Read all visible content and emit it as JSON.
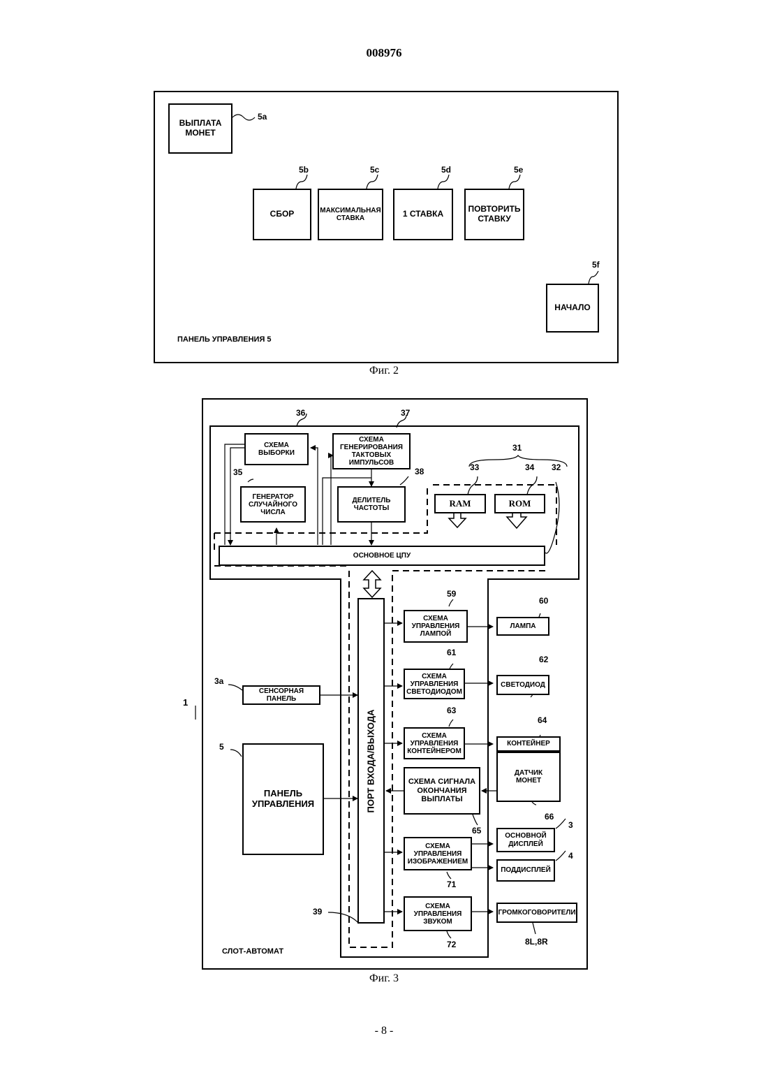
{
  "page": {
    "doc_number": "008976",
    "page_number": "- 8 -"
  },
  "fig2": {
    "caption": "Фиг. 2",
    "panel_label": "ПАНЕЛЬ УПРАВЛЕНИЯ 5",
    "buttons": {
      "payout": {
        "ref": "5a",
        "label": "ВЫПЛАТА\nМОНЕТ"
      },
      "collect": {
        "ref": "5b",
        "label": "СБОР"
      },
      "max_bet": {
        "ref": "5c",
        "label": "МАКСИМАЛЬНАЯ\nСТАВКА"
      },
      "one_bet": {
        "ref": "5d",
        "label": "1 СТАВКА"
      },
      "repeat_bet": {
        "ref": "5e",
        "label": "ПОВТОРИТЬ\nСТАВКУ"
      },
      "start": {
        "ref": "5f",
        "label": "НАЧАЛО"
      }
    }
  },
  "fig3": {
    "caption": "Фиг. 3",
    "machine_label": "СЛОТ-АВТОМАТ",
    "machine_ref": "1",
    "blocks": {
      "sampling": {
        "ref": "36",
        "label": "СХЕМА\nВЫБОРКИ"
      },
      "clock": {
        "ref": "37",
        "label": "СХЕМА\nГЕНЕРИРОВАНИЯ\nТАКТОВЫХ\nИМПУЛЬСОВ"
      },
      "rng": {
        "ref": "35",
        "label": "ГЕНЕРАТОР\nСЛУЧАЙНОГО\nЧИСЛА"
      },
      "divider": {
        "ref": "38",
        "label": "ДЕЛИТЕЛЬ\nЧАСТОТЫ"
      },
      "ram": {
        "ref": "33",
        "label": "RAM"
      },
      "rom": {
        "ref": "34",
        "label": "ROM"
      },
      "cpu": {
        "label": "ОСНОВНОЕ ЦПУ"
      },
      "io_port": {
        "ref": "39",
        "label": "ПОРТ ВХОДА/ВЫХОДА"
      },
      "touch": {
        "ref": "3a",
        "label": "СЕНСОРНАЯ\nПАНЕЛЬ"
      },
      "control_panel": {
        "ref": "5",
        "label": "ПАНЕЛЬ\nУПРАВЛЕНИЯ"
      },
      "lamp_ctrl": {
        "ref": "59",
        "label": "СХЕМА\nУПРАВЛЕНИЯ\nЛАМПОЙ"
      },
      "led_ctrl": {
        "ref": "61",
        "label": "СХЕМА\nУПРАВЛЕНИЯ\nСВЕТОДИОДОМ"
      },
      "hopper_ctrl": {
        "ref": "63",
        "label": "СХЕМА\nУПРАВЛЕНИЯ\nКОНТЕЙНЕРОМ"
      },
      "payout_end": {
        "ref": "65",
        "label": "СХЕМА СИГНАЛА\nОКОНЧАНИЯ\nВЫПЛАТЫ"
      },
      "image_ctrl": {
        "ref": "71",
        "label": "СХЕМА\nУПРАВЛЕНИЯ\nИЗОБРАЖЕНИЕМ"
      },
      "sound_ctrl": {
        "ref": "72",
        "label": "СХЕМА\nУПРАВЛЕНИЯ\nЗВУКОМ"
      },
      "lamp": {
        "ref": "60",
        "label": "ЛАМПА"
      },
      "led": {
        "ref": "62",
        "label": "СВЕТОДИОД"
      },
      "hopper": {
        "ref": "64",
        "label": "КОНТЕЙНЕР"
      },
      "coin_sensor": {
        "ref": "66",
        "label": "ДАТЧИК\nМОНЕТ"
      },
      "main_display": {
        "ref": "3",
        "label": "ОСНОВНОЙ\nДИСПЛЕЙ"
      },
      "sub_display": {
        "ref": "4",
        "label": "ПОДДИСПЛЕЙ"
      },
      "speakers": {
        "ref": "8L,8R",
        "label": "ГРОМКОГОВОРИТЕЛИ"
      }
    },
    "refs": {
      "group_31": "31",
      "group_32": "32"
    }
  }
}
